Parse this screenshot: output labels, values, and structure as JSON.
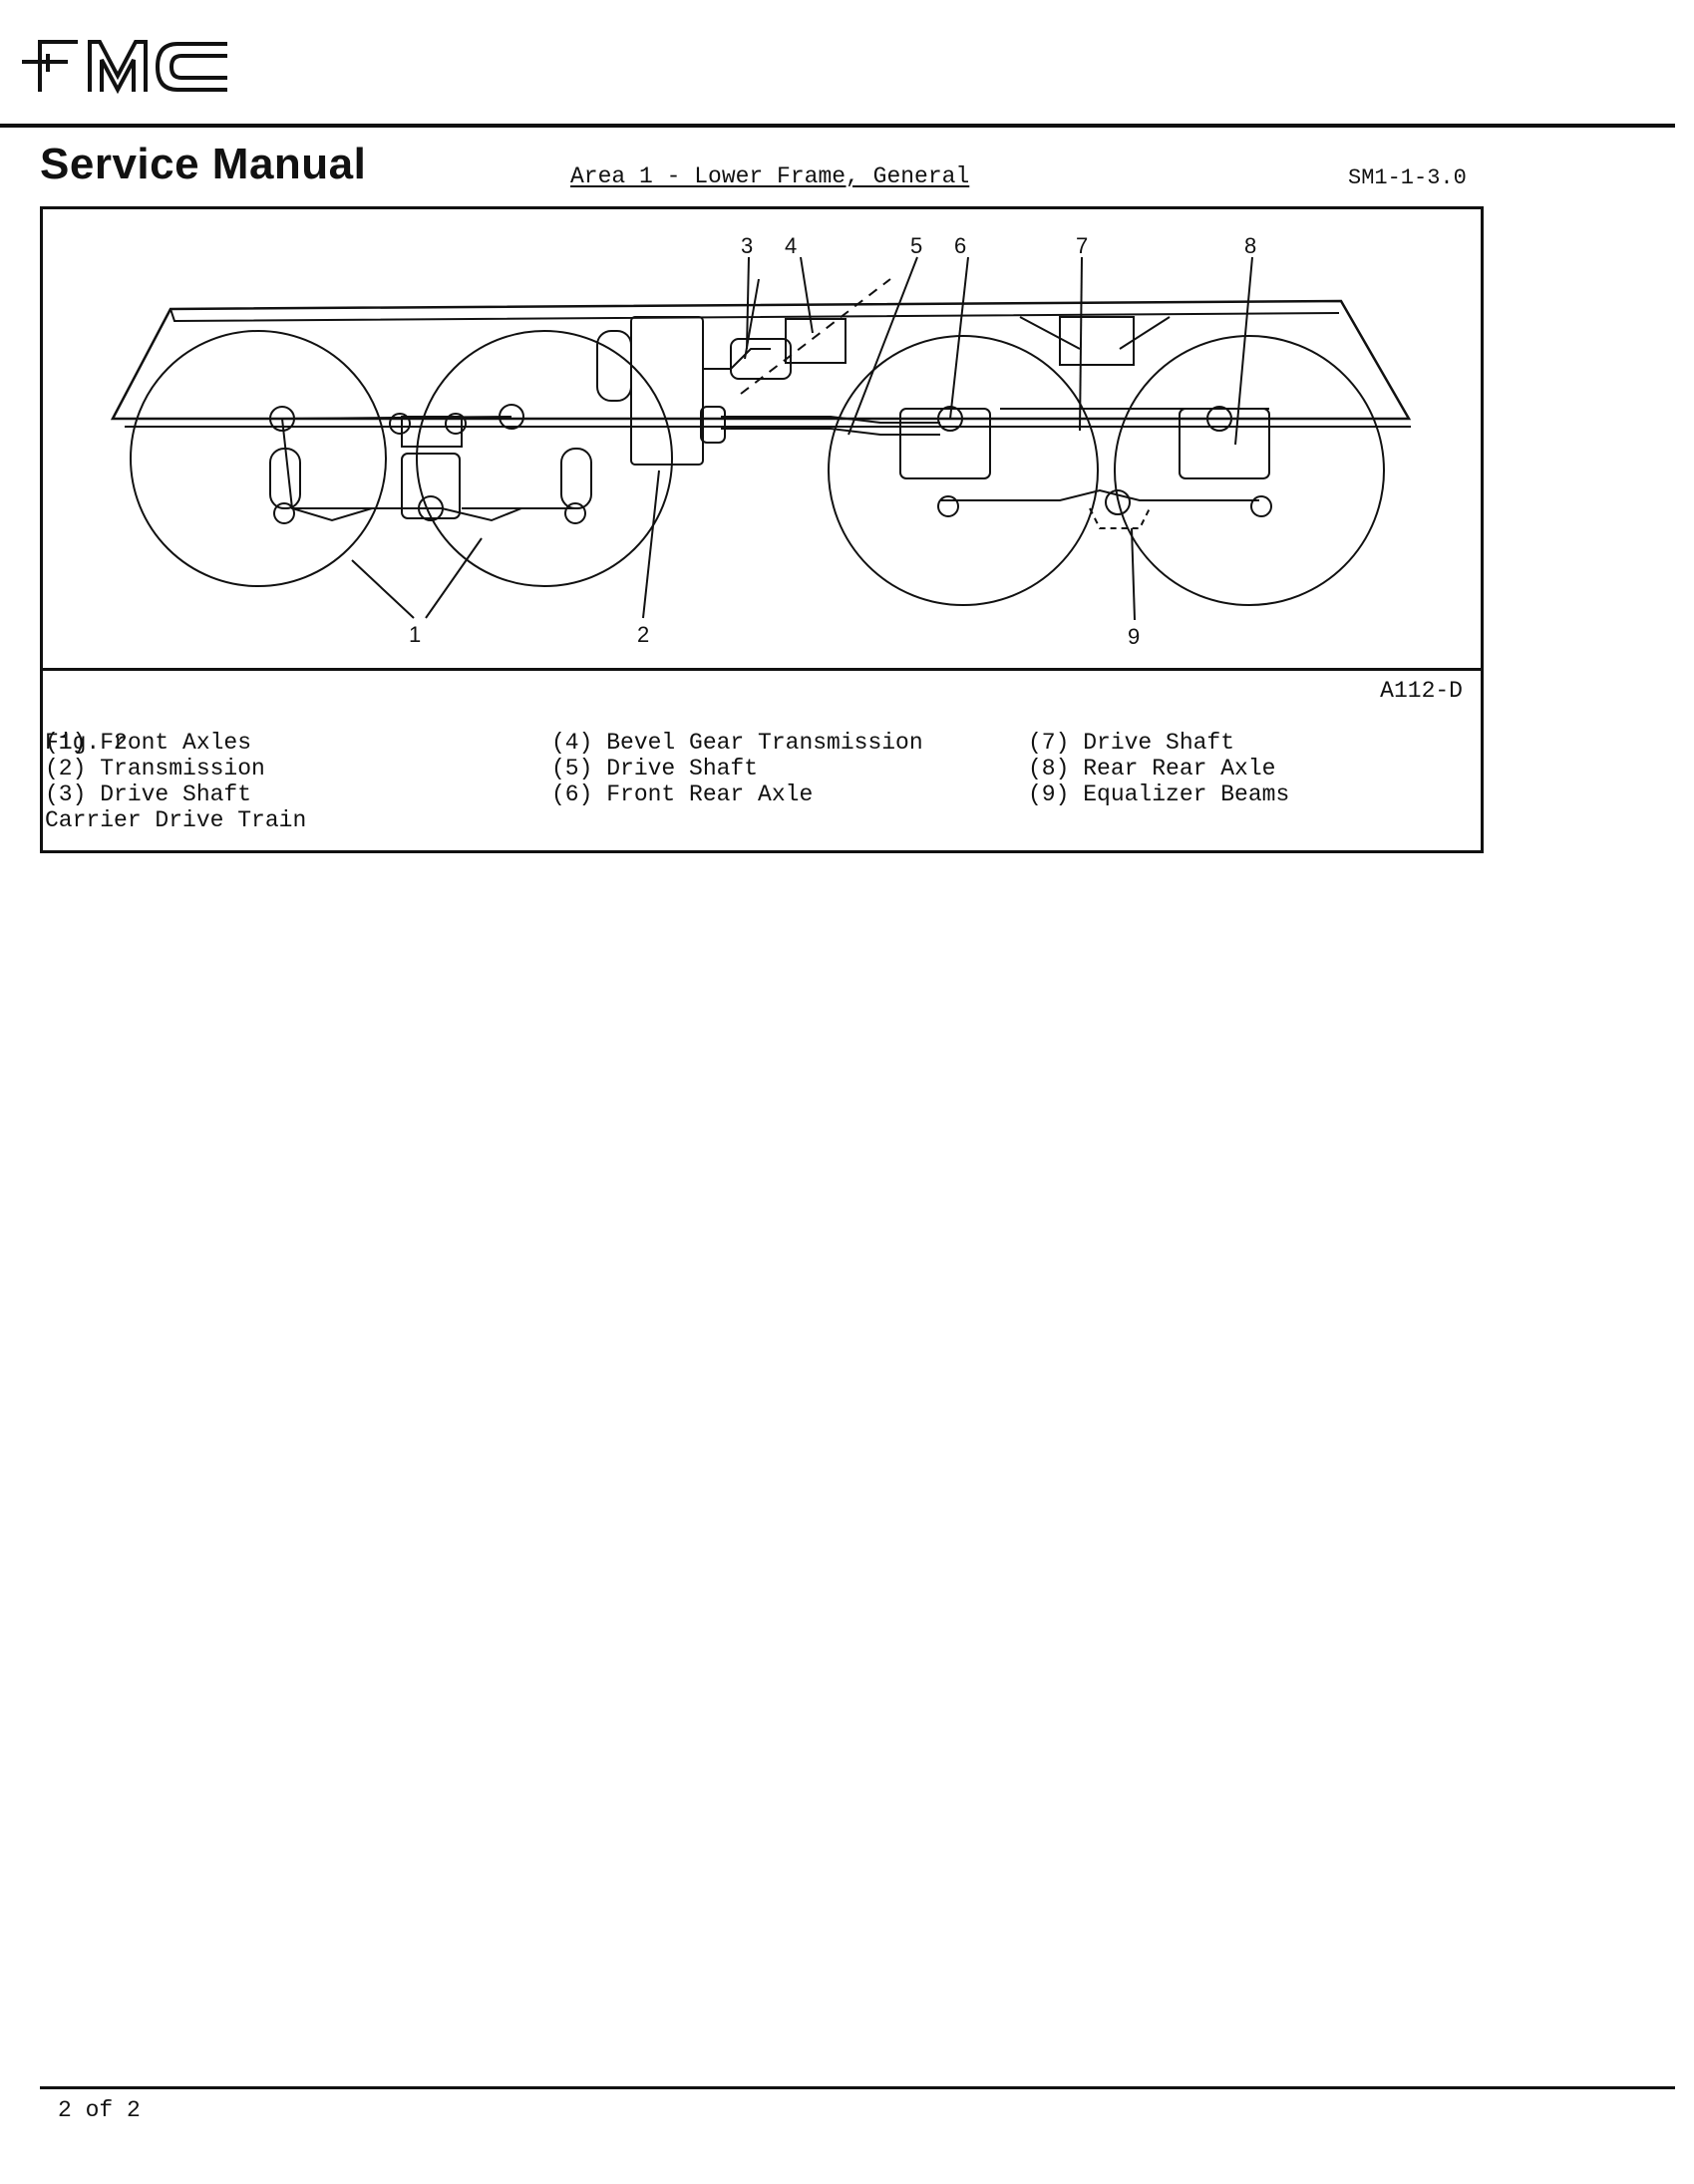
{
  "header": {
    "logo_text": "FMC",
    "title": "Service Manual",
    "area": "Area 1 - Lower Frame, General",
    "doc_id": "SM1-1-3.0"
  },
  "figure": {
    "number": "Fig. 2",
    "caption": "Carrier Drive Train",
    "code": "A112-D",
    "callouts": [
      "1",
      "2",
      "3",
      "4",
      "5",
      "6",
      "7",
      "8",
      "9"
    ],
    "legend": [
      "(1) Front Axles",
      "(2) Transmission",
      "(3) Drive Shaft",
      "(4) Bevel Gear Transmission",
      "(5) Drive Shaft",
      "(6) Front Rear Axle",
      "(7) Drive Shaft",
      "(8) Rear Rear Axle",
      "(9) Equalizer Beams"
    ]
  },
  "footer": {
    "page": "2 of 2"
  }
}
